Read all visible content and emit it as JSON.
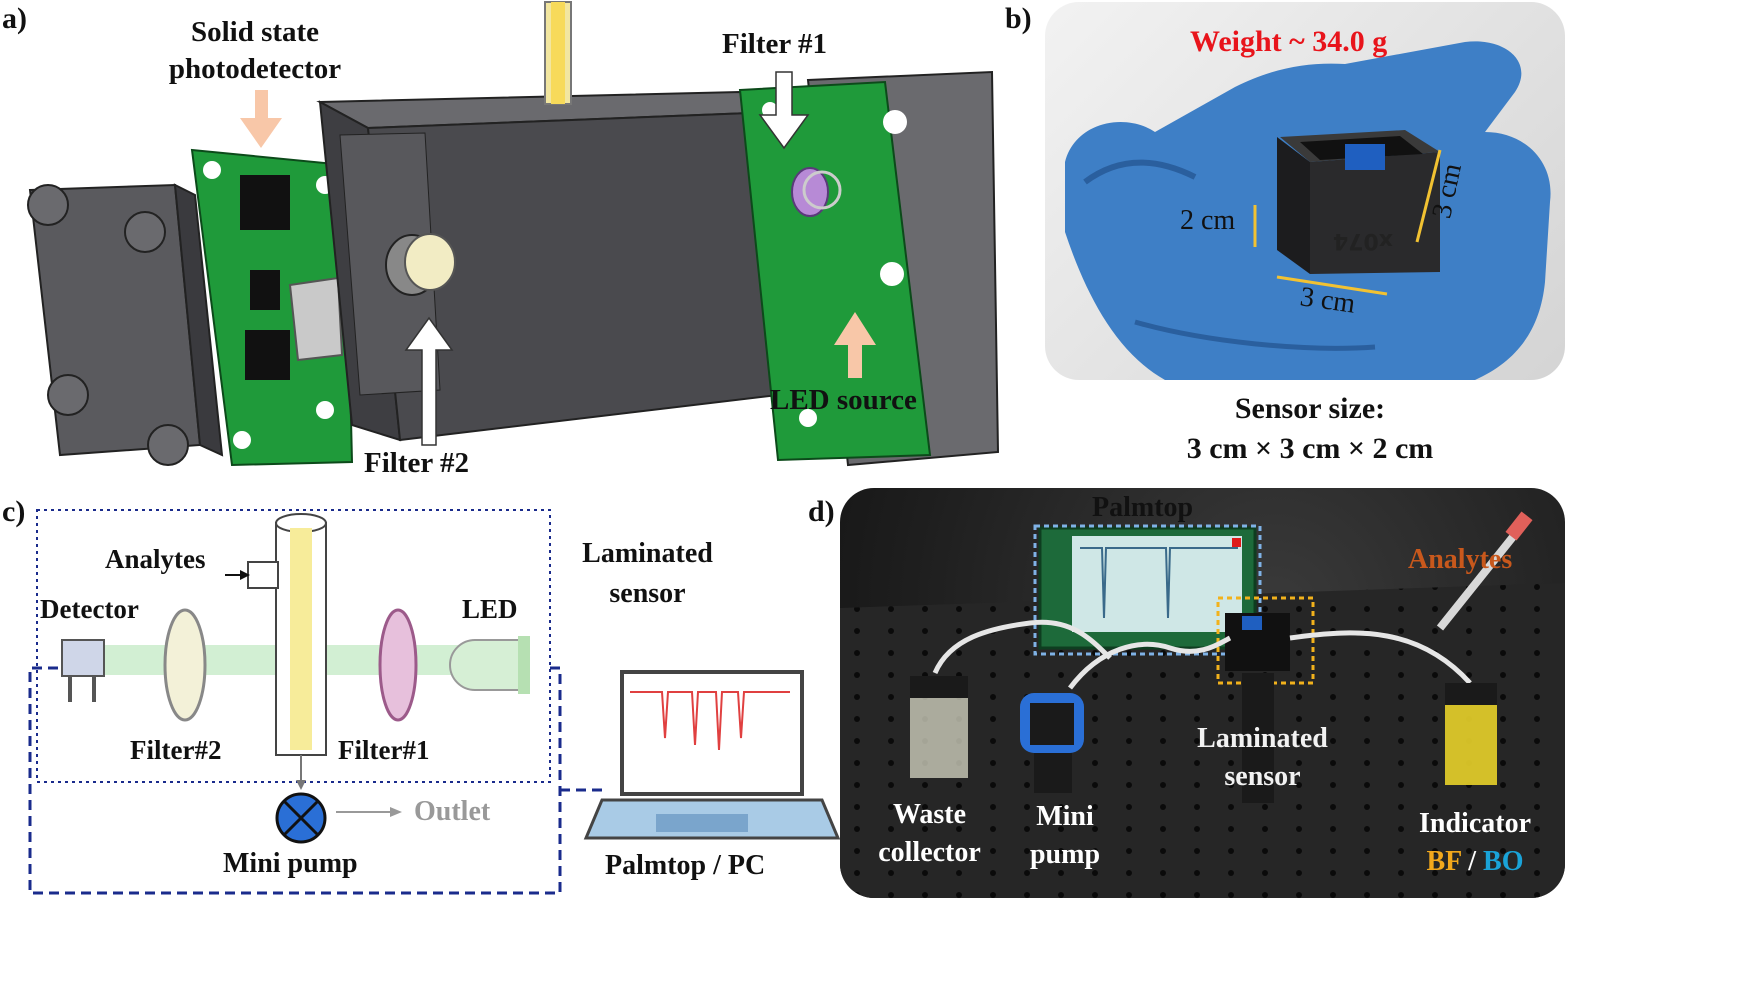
{
  "panels": {
    "a": {
      "letter": "a)",
      "labels": {
        "photodetector": "Solid state\nphotodetector",
        "filter1": "Filter #1",
        "filter2": "Filter #2",
        "led": "LED source"
      }
    },
    "b": {
      "letter": "b)",
      "weight": "Weight ~ 34.0 g",
      "dim_height": "2 cm",
      "dim_width": "3 cm",
      "dim_depth": "3 cm",
      "device_text": "x074",
      "size_title": "Sensor size:",
      "size_value": "3 cm × 3 cm × 2 cm"
    },
    "c": {
      "letter": "c)",
      "analytes": "Analytes",
      "detector": "Detector",
      "led": "LED",
      "filter2": "Filter#2",
      "filter1": "Filter#1",
      "laminated": "Laminated\nsensor",
      "outlet": "Outlet",
      "pump": "Mini pump",
      "palmtop_pc": "Palmtop / PC"
    },
    "d": {
      "letter": "d)",
      "palmtop": "Palmtop",
      "analytes": "Analytes",
      "laminated": "Laminated\nsensor",
      "waste": "Waste\ncollector",
      "pump": "Mini\npump",
      "indicator": "Indicator",
      "bf": "BF",
      "slash": " / ",
      "bo": "BO"
    }
  },
  "colors": {
    "board_green": "#1f9a3a",
    "housing_gray": "#4a4a4e",
    "weight_red": "#e8141b",
    "analytes_orange": "#c8581c",
    "bf_orange": "#f2a81c",
    "bo_blue": "#1aa3d8",
    "dash_blue": "#1a2b8c",
    "pump_blue": "#2a6fd6"
  }
}
